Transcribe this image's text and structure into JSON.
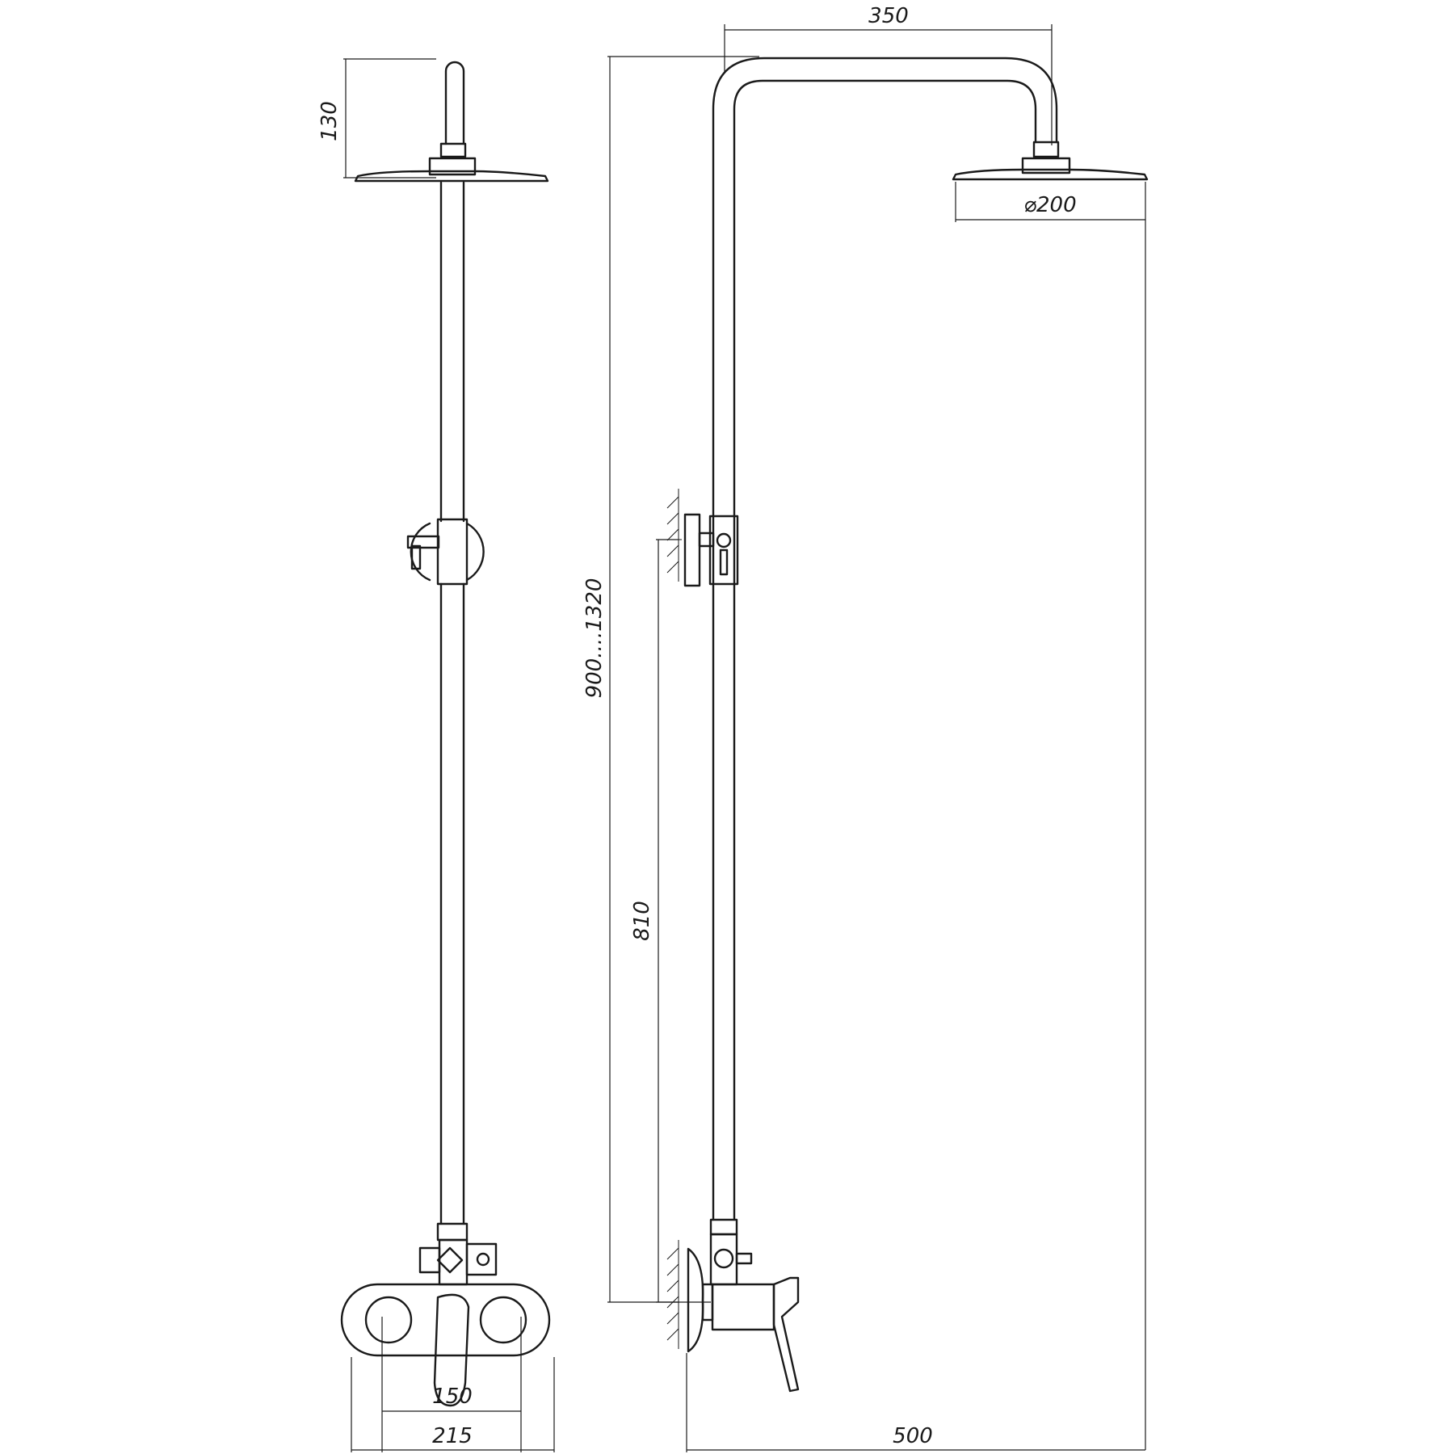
{
  "dimensions": {
    "front_head_height": "130",
    "mixer_spacing": "150",
    "mixer_width": "215",
    "arm_reach": "350",
    "head_diameter": "⌀200",
    "height_range": "900....1320",
    "outlet_height": "810",
    "total_depth": "500"
  }
}
